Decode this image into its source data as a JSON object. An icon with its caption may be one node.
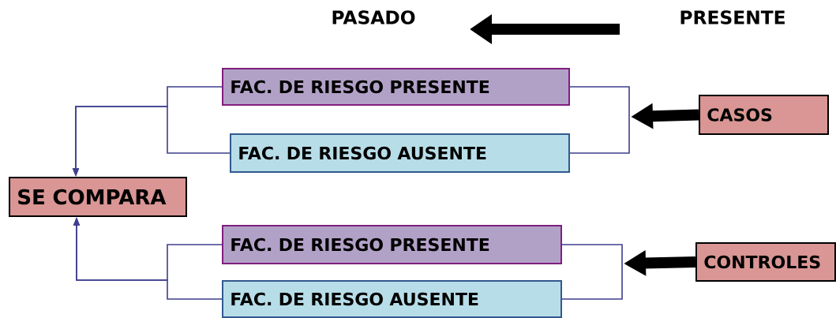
{
  "diagram": {
    "nodes": [
      {
        "text": [
          "SE COMPARA"
        ]
      },
      {
        "text": [
          "FAC. DE RIESGO PRESENTE"
        ]
      },
      {
        "text": [
          "FAC. DE RIESGO AUSENTE"
        ]
      },
      {
        "text": [
          "CASOS"
        ]
      },
      {
        "text": [
          "FAC. DE RIESGO PRESENTE"
        ]
      },
      {
        "text": [
          "FAC. DE RIESGO AUSENTE"
        ]
      },
      {
        "text": [
          "CONTROLES"
        ]
      }
    ],
    "edges": [
      {
        "from": 1,
        "to": 0,
        "arrow": "to"
      },
      {
        "from": 2,
        "to": 0,
        "arrow": "to"
      },
      {
        "from": 1,
        "to": 2,
        "arrow": "none"
      },
      {
        "from": 3,
        "to": null,
        "arrow": "to",
        "style": "thick",
        "color": "#000000"
      },
      {
        "from": 4,
        "to": 0,
        "arrow": "to"
      },
      {
        "from": 5,
        "to": 0,
        "arrow": "to"
      },
      {
        "from": 4,
        "to": 5,
        "arrow": "none"
      },
      {
        "from": 6,
        "to": null,
        "arrow": "to",
        "style": "thick",
        "color": "#000000"
      }
    ],
    "labels": [
      "PASADO",
      "PRESENTE"
    ]
  }
}
